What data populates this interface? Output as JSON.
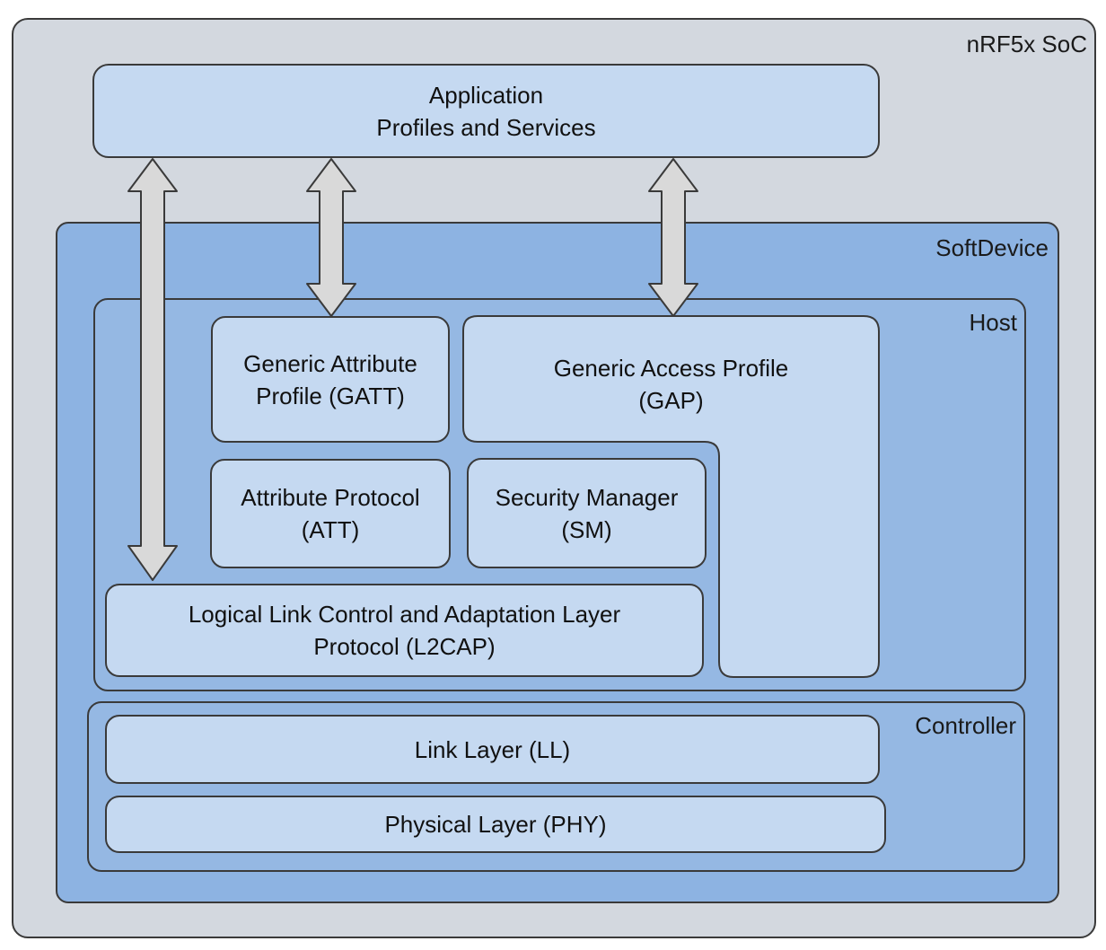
{
  "soc": {
    "label": "nRF5x SoC"
  },
  "application": {
    "line1": "Application",
    "line2": "Profiles and Services"
  },
  "softdevice": {
    "label": "SoftDevice"
  },
  "host": {
    "label": "Host"
  },
  "gatt": {
    "line1": "Generic Attribute",
    "line2": "Profile (GATT)"
  },
  "gap": {
    "line1": "Generic Access Profile",
    "line2": "(GAP)"
  },
  "att": {
    "line1": "Attribute Protocol",
    "line2": "(ATT)"
  },
  "sm": {
    "line1": "Security Manager",
    "line2": "(SM)"
  },
  "l2cap": {
    "line1": "Logical Link Control and Adaptation Layer",
    "line2": "Protocol (L2CAP)"
  },
  "controller": {
    "label": "Controller"
  },
  "ll": {
    "label": "Link Layer (LL)"
  },
  "phy": {
    "label": "Physical Layer (PHY)"
  },
  "colors": {
    "soc_bg": "#d3d8df",
    "softdevice_bg": "#8db3e2",
    "host_bg": "#95b8e3",
    "layer_bg": "#c5d9f1",
    "arrow_fill": "#d9d9d9",
    "border": "#3a3a3a"
  }
}
